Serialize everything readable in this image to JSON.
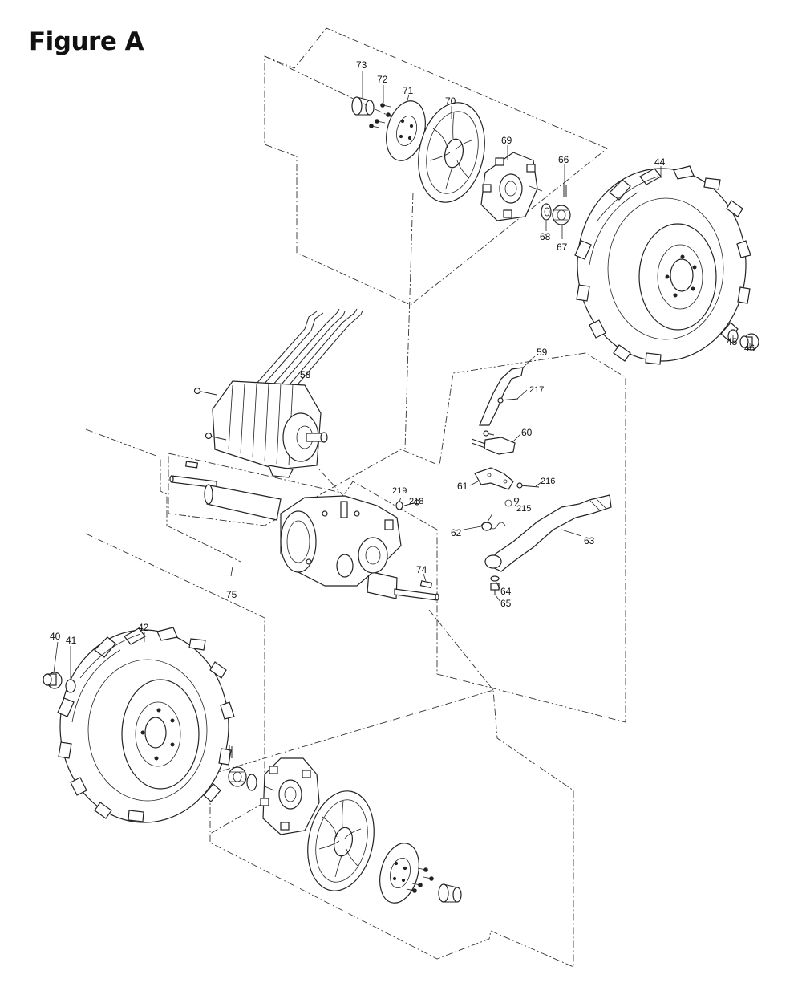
{
  "figure": {
    "title": "Figure A"
  },
  "callouts": {
    "73": "73",
    "72": "72",
    "71": "71",
    "70": "70",
    "69": "69",
    "66": "66",
    "68": "68",
    "67": "67",
    "44": "44",
    "45": "45",
    "46": "46",
    "58": "58",
    "59": "59",
    "217": "217",
    "60": "60",
    "216": "216",
    "61": "61",
    "215": "215",
    "219": "219",
    "218": "218",
    "62": "62",
    "63": "63",
    "74": "74",
    "64": "64",
    "65": "65",
    "75": "75",
    "42": "42",
    "40": "40",
    "41": "41"
  }
}
